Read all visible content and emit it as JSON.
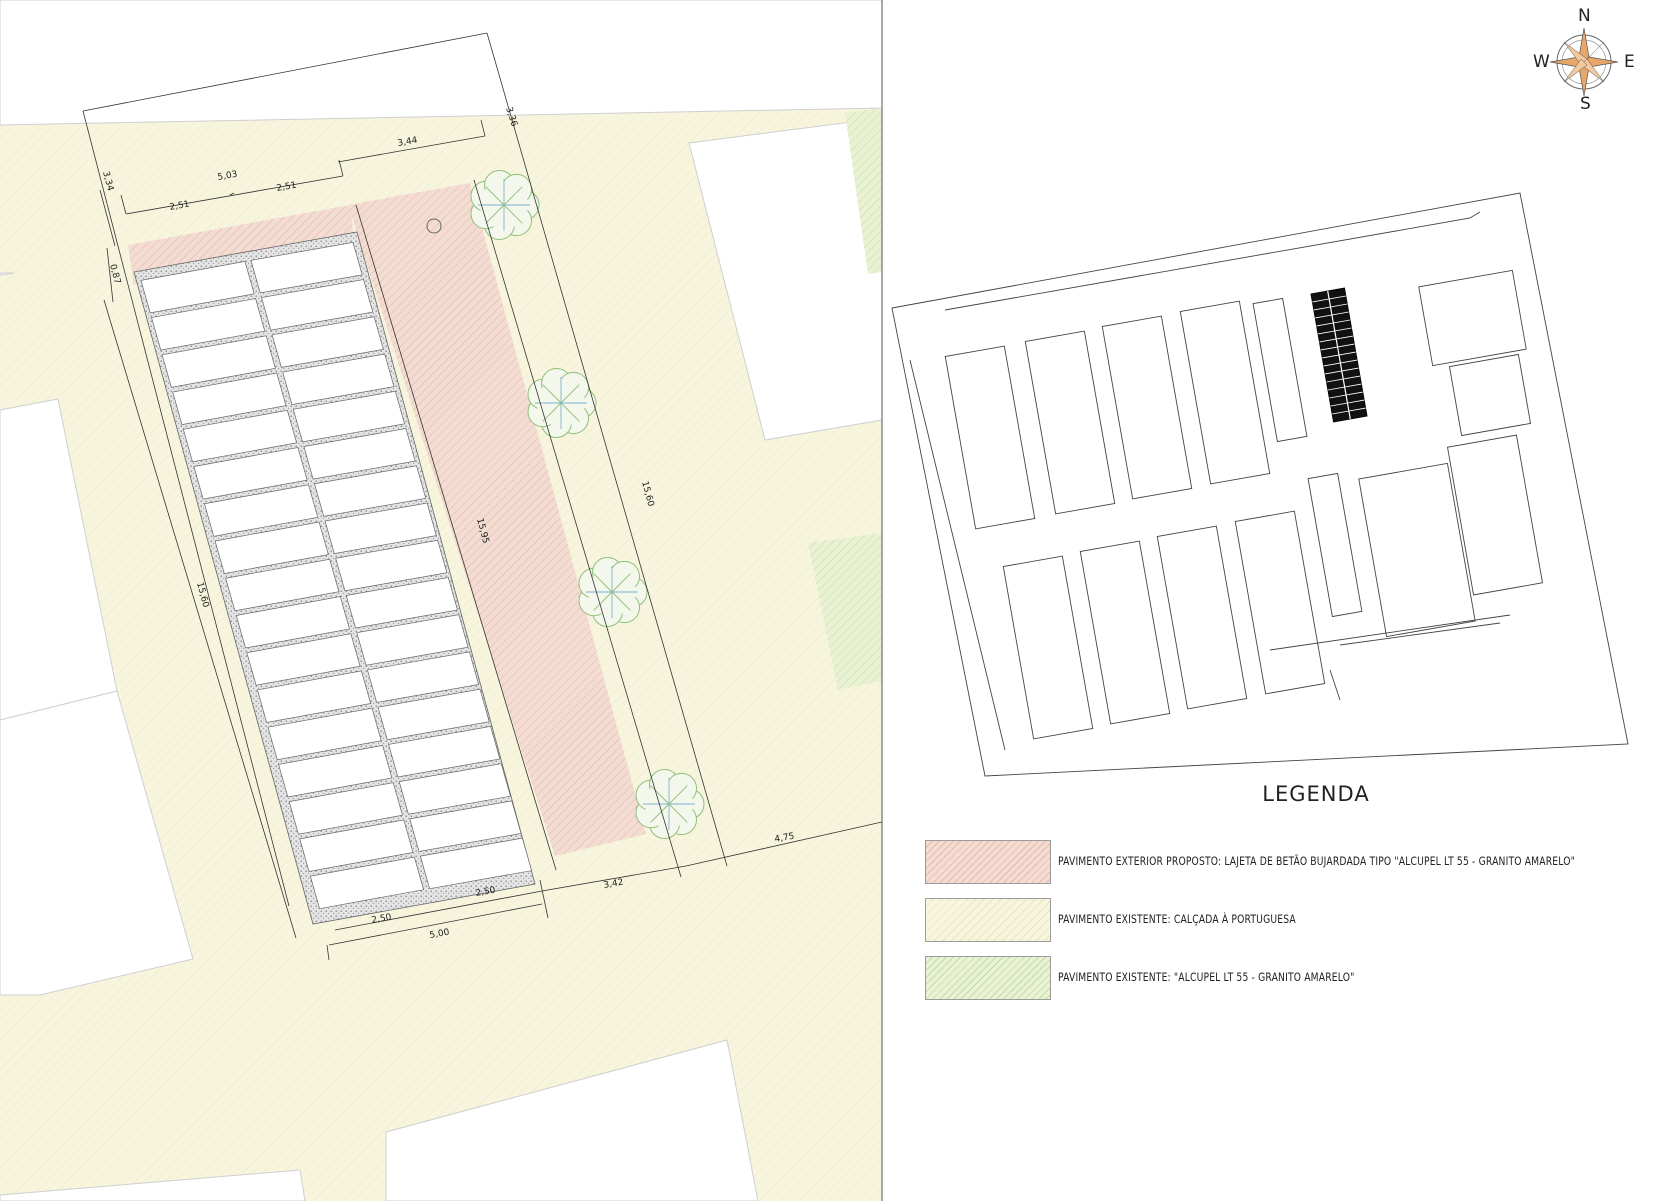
{
  "legend": {
    "title": "LEGENDA",
    "items": [
      {
        "label": "PAVIMENTO EXTERIOR PROPOSTO: LAJETA DE BETÃO BUJARDADA TIPO \"ALCUPEL LT 55 - GRANITO AMARELO\"",
        "color": "#f3ddd3",
        "hatch": "#e7a9a0"
      },
      {
        "label": "PAVIMENTO EXISTENTE: CALÇADA À PORTUGUESA",
        "color": "#f8f5df",
        "hatch": "#e2dcaf"
      },
      {
        "label": "PAVIMENTO EXISTENTE: \"ALCUPEL LT 55 - GRANITO AMARELO\"",
        "color": "#eaf2d4",
        "hatch": "#bcd49a"
      }
    ]
  },
  "compass": {
    "n": "N",
    "s": "S",
    "e": "E",
    "w": "W",
    "color": "#e8a66a"
  },
  "dimensions": {
    "d_336": "3,36",
    "d_344": "3,44",
    "d_334": "3,34",
    "d_503": "5,03",
    "d_251a": "2,51",
    "d_251b": "2,51",
    "d_087": "0,87",
    "d_1560_left": "15,60",
    "d_1595": "15,95",
    "d_1560_right": "15,60",
    "d_475": "4,75",
    "d_342": "3,42",
    "d_250a": "2,50",
    "d_250b": "2,50",
    "d_500": "5,00"
  },
  "colors": {
    "calcada": "#f8f5df",
    "proposto": "#f3ddd3",
    "alcupel": "#eaf2d4",
    "tree": "#8fbf79",
    "tree_inner": "#7fb0d0",
    "lines": "#333333"
  }
}
